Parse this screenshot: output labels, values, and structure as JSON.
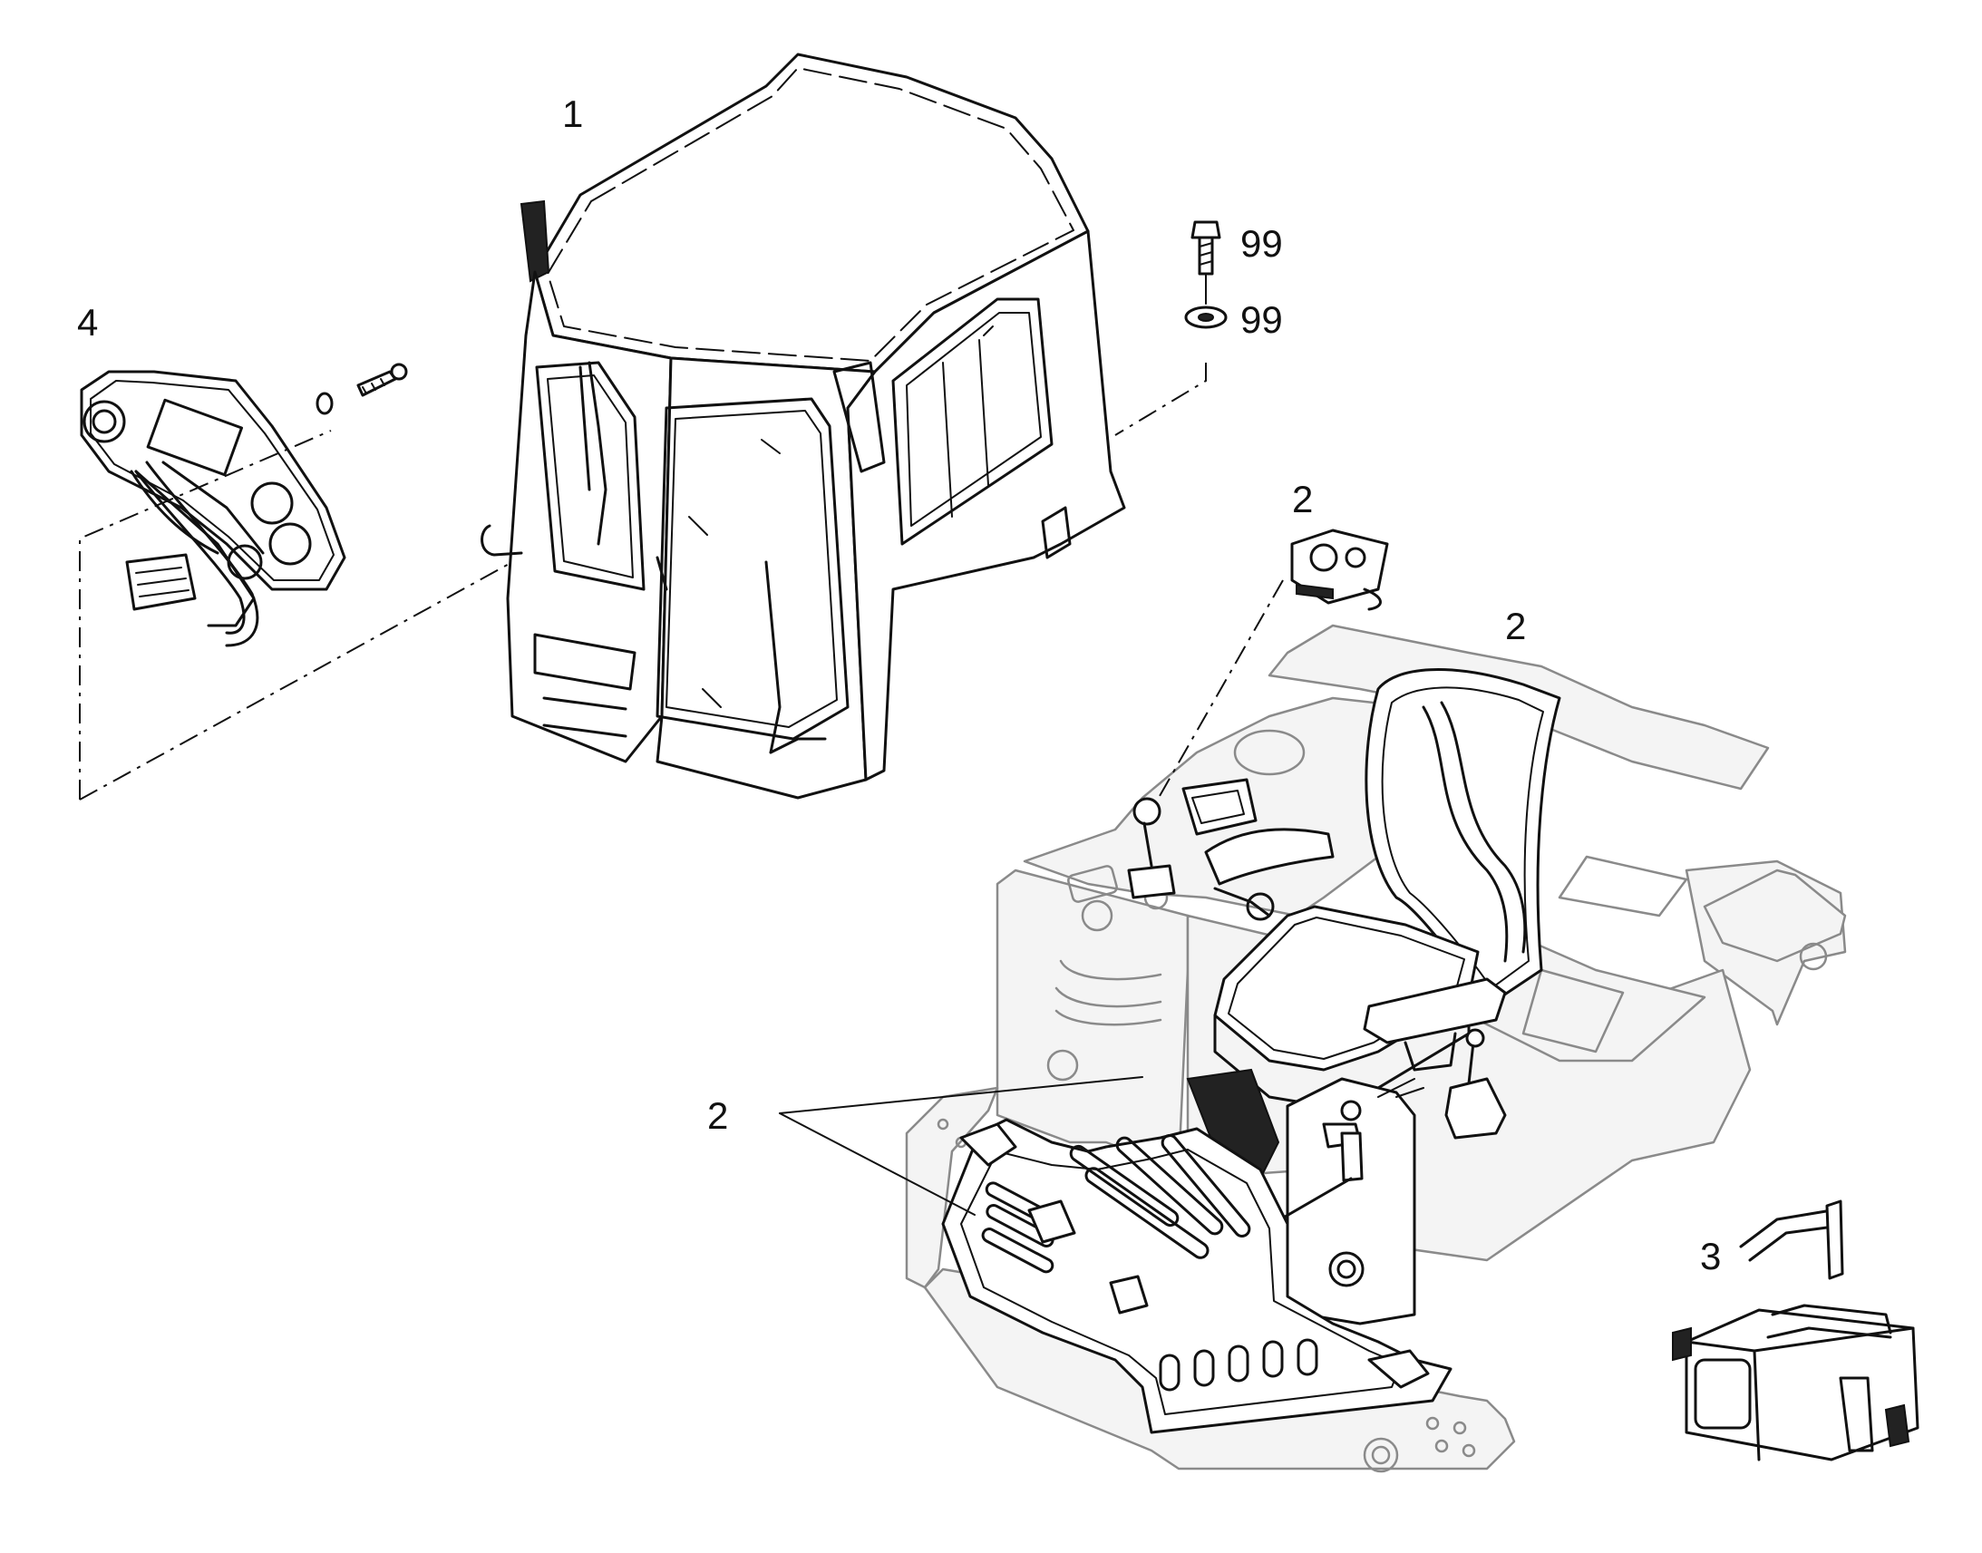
{
  "callouts": {
    "cab": "1",
    "dash_panel": "4",
    "washer_top": "99",
    "washer_bottom": "99",
    "control_module": "2",
    "seat": "2",
    "floor_plate": "2",
    "heater_box": "3"
  }
}
